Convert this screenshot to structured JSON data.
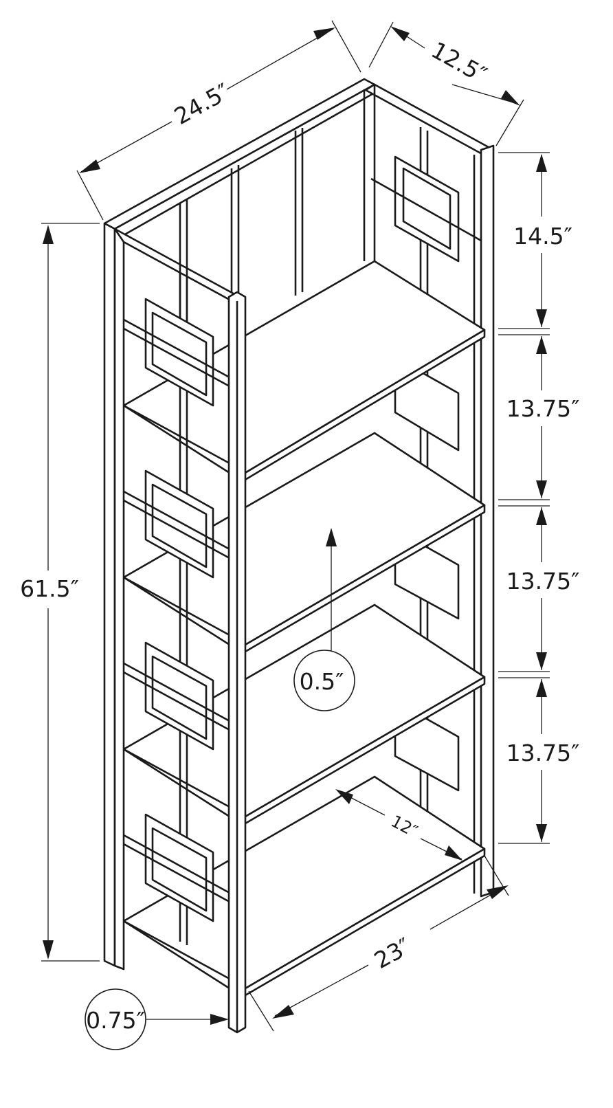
{
  "diagram": {
    "subject": "4-shelf bookcase with square lattice side panels",
    "unit": "inches",
    "dimensions": {
      "width": "24.5″",
      "depth": "12.5″",
      "overall_height": "61.5″",
      "top_shelf_gap": "14.5″",
      "shelf_gap_1": "13.75″",
      "shelf_gap_2": "13.75″",
      "shelf_gap_3": "13.75″",
      "shelf_thickness": "0.5″",
      "shelf_depth": "12″",
      "shelf_width": "23″",
      "leg_thickness": "0.75″"
    },
    "shelf_count": 4,
    "line_color": "#1a1a1a",
    "background": "#ffffff"
  }
}
